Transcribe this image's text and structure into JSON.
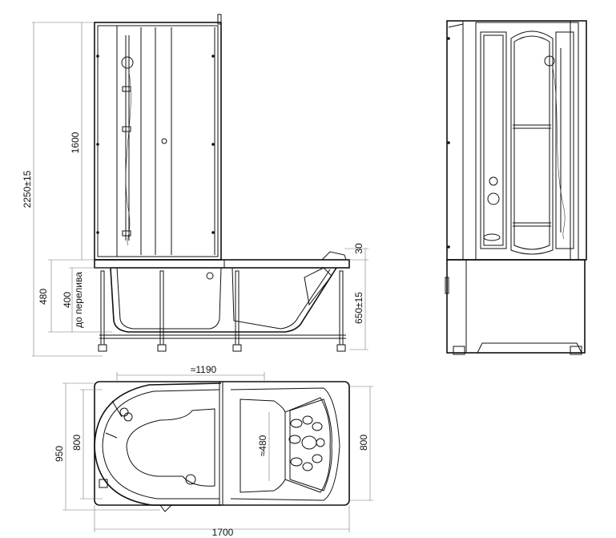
{
  "front_view": {
    "dim_total_height": "2250±15",
    "dim_upper_height": "1600",
    "dim_bath_height": "480",
    "dim_overflow_height": "400",
    "dim_overflow_label": "до перелива",
    "dim_leg_height": "650±15",
    "dim_rim": "30"
  },
  "top_view": {
    "dim_inner_length": "≈1190",
    "dim_total_length": "1700",
    "dim_width_outer": "950",
    "dim_width_inner": "800",
    "dim_width_right": "800",
    "dim_headrest_width": "≈480"
  }
}
